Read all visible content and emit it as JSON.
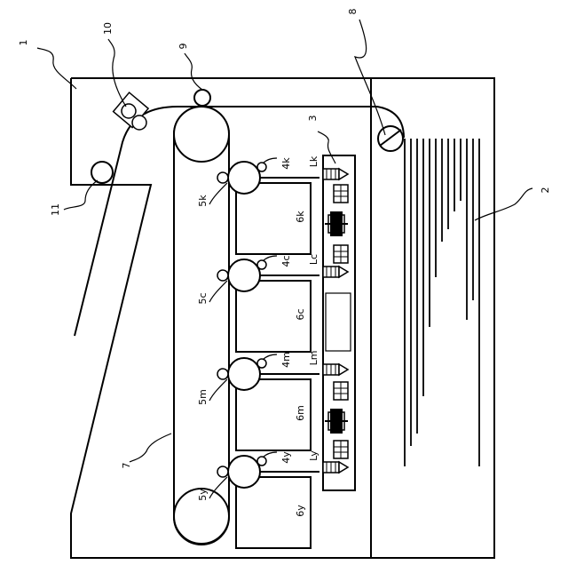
{
  "labels": {
    "l1": "1",
    "l2": "2",
    "l3": "3",
    "l7": "7",
    "l8": "8",
    "l9": "9",
    "l10": "10",
    "l11": "11"
  },
  "stations": [
    {
      "toner": "4k",
      "roller": "5k",
      "unit": "6k",
      "light": "Lk"
    },
    {
      "toner": "4c",
      "roller": "5c",
      "unit": "6c",
      "light": "Lc"
    },
    {
      "toner": "4m",
      "roller": "5m",
      "unit": "6m",
      "light": "Lm"
    },
    {
      "toner": "4y",
      "roller": "5y",
      "unit": "6y",
      "light": "Ly"
    }
  ]
}
